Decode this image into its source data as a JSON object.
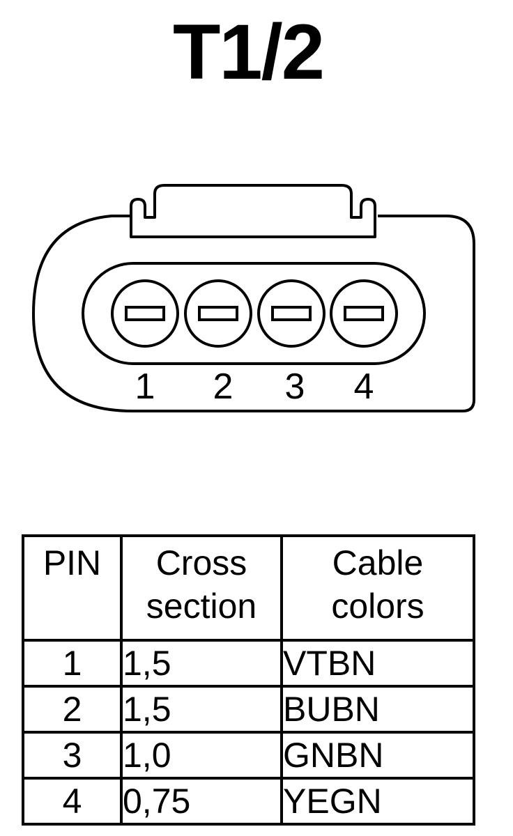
{
  "title": "T1/2",
  "connector": {
    "pin_labels": [
      "1",
      "2",
      "3",
      "4"
    ]
  },
  "table": {
    "headers": {
      "pin": "PIN",
      "cross_line1": "Cross",
      "cross_line2": "section",
      "color_line1": "Cable",
      "color_line2": "colors"
    },
    "rows": [
      {
        "pin": "1",
        "cross": "1,5",
        "color": "VTBN"
      },
      {
        "pin": "2",
        "cross": "1,5",
        "color": "BUBN"
      },
      {
        "pin": "3",
        "cross": "1,0",
        "color": "GNBN"
      },
      {
        "pin": "4",
        "cross": "0,75",
        "color": "YEGN"
      }
    ]
  }
}
